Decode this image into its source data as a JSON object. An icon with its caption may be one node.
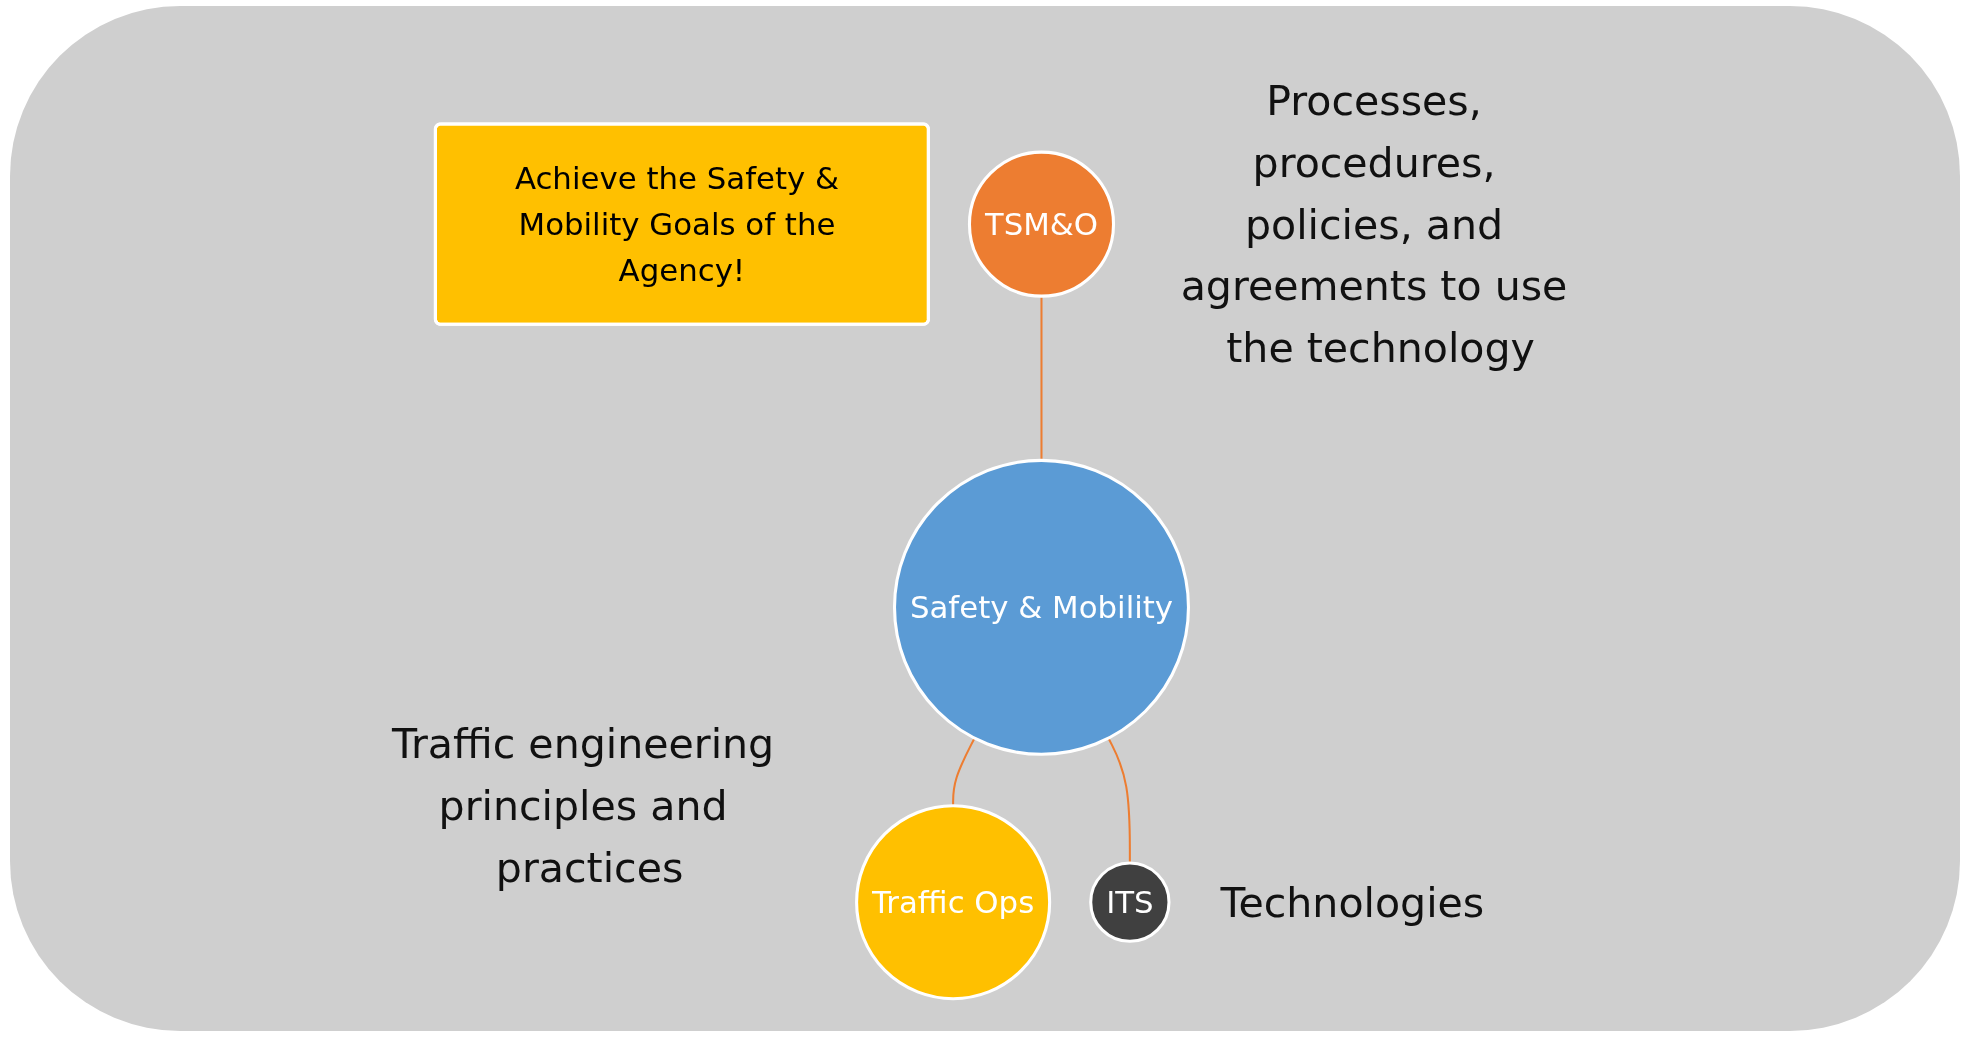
{
  "diagram": {
    "nodes": [
      {
        "text": [
          "Achieve the Safety & Mobility Goals of the Agency!"
        ]
      },
      {
        "text": [
          "TSM&O"
        ],
        "beside": [
          "Processes, procedures, policies, and agreements to use the technology"
        ]
      },
      {
        "text": [
          "Safety & Mobility"
        ]
      },
      {
        "text": [
          "Traffic Ops"
        ],
        "beside": [
          "Traffic engineering principles and practices"
        ]
      },
      {
        "text": [
          "ITS"
        ],
        "beside": [
          "Technologies"
        ]
      }
    ],
    "edges": [
      {
        "from": 1,
        "to": 2,
        "arrow": "none"
      },
      {
        "from": 2,
        "to": 3,
        "arrow": "none"
      },
      {
        "from": 2,
        "to": 4,
        "arrow": "none"
      }
    ]
  }
}
